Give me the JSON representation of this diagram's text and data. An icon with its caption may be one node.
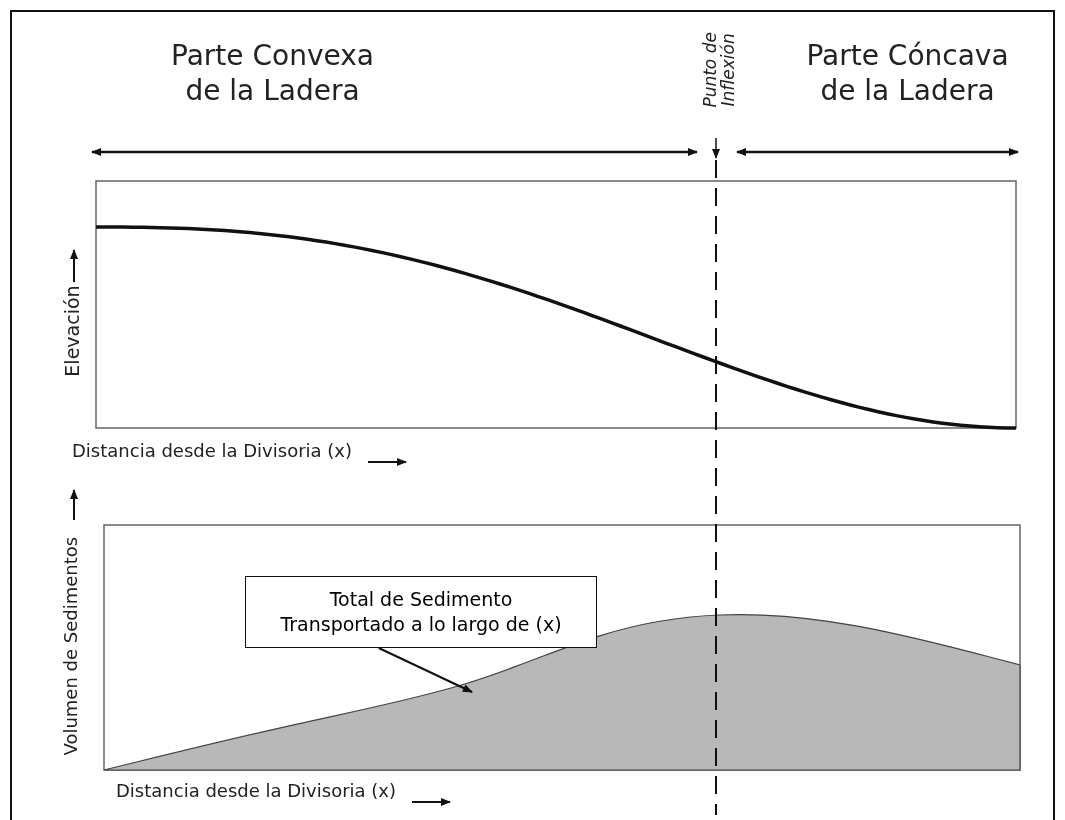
{
  "diagram": {
    "nodes": [
      {
        "text": [
          "Total de Sedimento Transportado a lo largo de (x)"
        ]
      },
      {
        "text": [],
        "shape": "area"
      }
    ],
    "edges": [
      {
        "from": 0,
        "to": 1,
        "arrow": "to"
      }
    ],
    "labels": [
      "Parte Convexa de la Ladera",
      "Punto de Inflexión",
      "Parte Cóncava de la Ladera",
      "Elevación",
      "Distancia desde la Divisoria (x)",
      "Volumen de Sedimentos",
      "Distancia desde la Divisoria (x)"
    ]
  }
}
